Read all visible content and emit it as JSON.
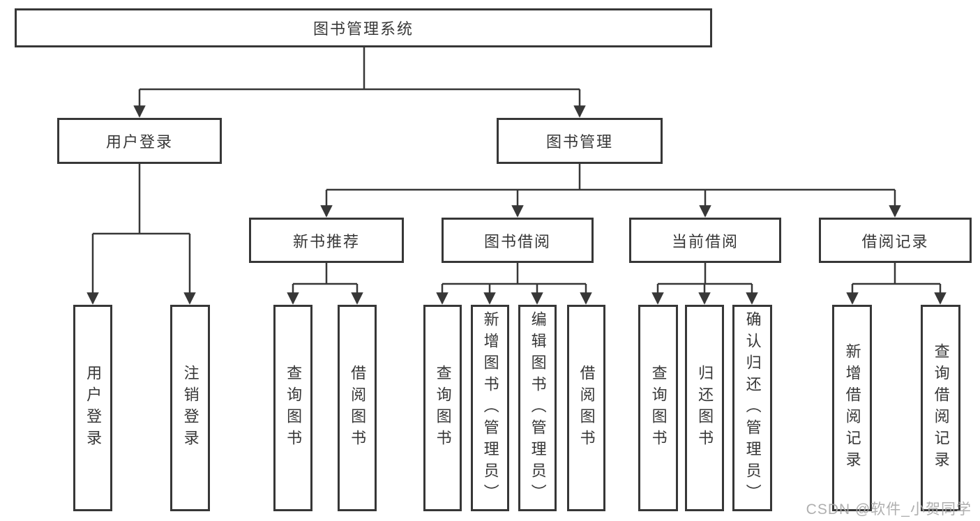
{
  "colors": {
    "line": "#373737",
    "box_border": "#373737",
    "text": "#373737",
    "background": "#ffffff",
    "watermark": "#a8a8a8"
  },
  "watermark": {
    "text": "CSDN @软件_小贺同学"
  },
  "tree": {
    "label": "图书管理系统",
    "children": [
      {
        "label": "用户登录",
        "children": [
          {
            "label": "用户登录"
          },
          {
            "label": "注销登录"
          }
        ]
      },
      {
        "label": "图书管理",
        "children": [
          {
            "label": "新书推荐",
            "children": [
              {
                "label": "查询图书"
              },
              {
                "label": "借阅图书"
              }
            ]
          },
          {
            "label": "图书借阅",
            "children": [
              {
                "label": "查询图书"
              },
              {
                "label": "新增图书（管理员）"
              },
              {
                "label": "编辑图书（管理员）"
              },
              {
                "label": "借阅图书"
              }
            ]
          },
          {
            "label": "当前借阅",
            "children": [
              {
                "label": "查询图书"
              },
              {
                "label": "归还图书"
              },
              {
                "label": "确认归还（管理员）"
              }
            ]
          },
          {
            "label": "借阅记录",
            "children": [
              {
                "label": "新增借阅记录"
              },
              {
                "label": "查询借阅记录"
              }
            ]
          }
        ]
      }
    ]
  }
}
